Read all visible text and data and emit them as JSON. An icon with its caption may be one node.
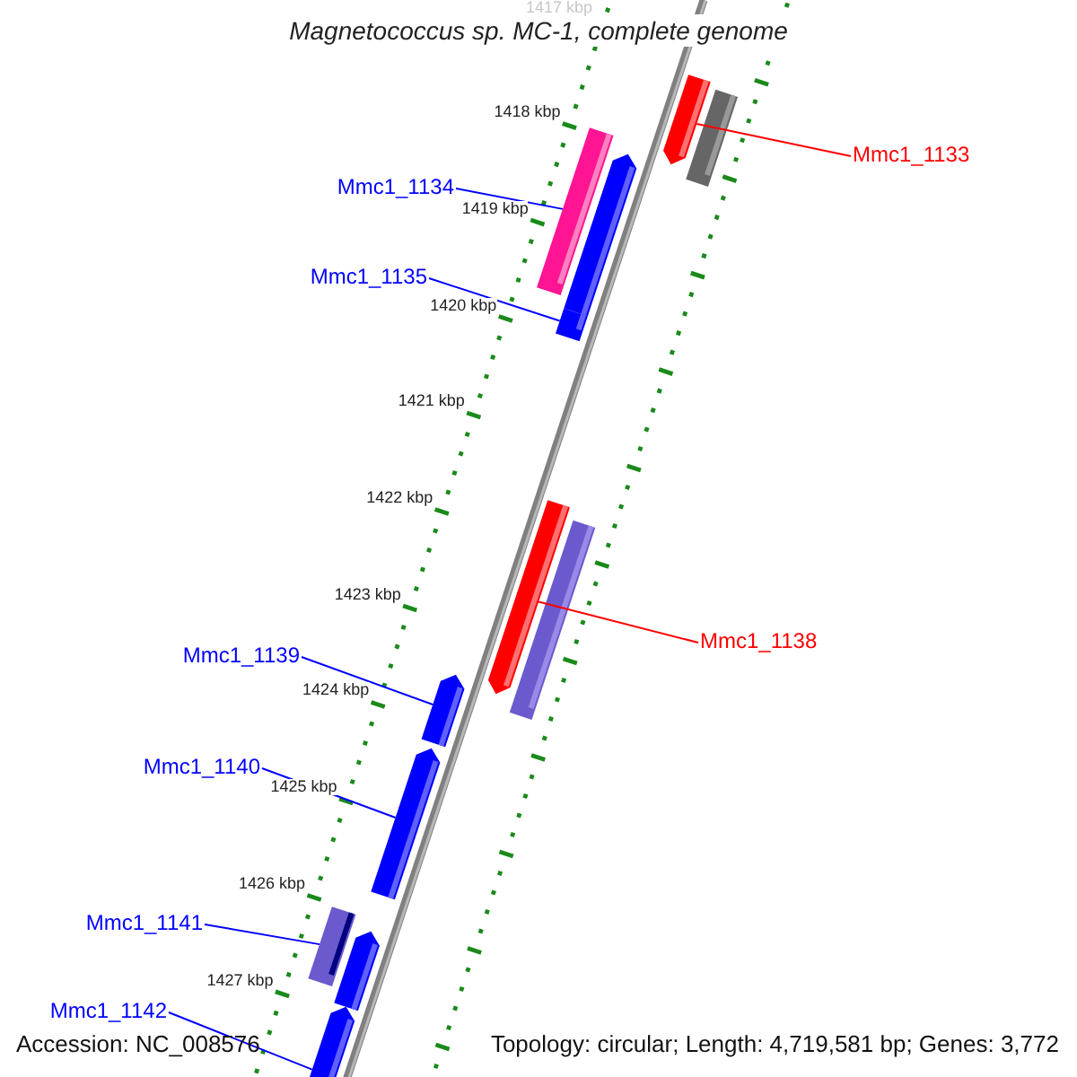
{
  "diagram": {
    "title": "Magnetococcus sp. MC-1, complete genome",
    "nodes": [
      {
        "text": [
          "Mmc1_1133"
        ]
      },
      {
        "text": [
          "Mmc1_1134"
        ]
      },
      {
        "text": [
          "Mmc1_1135"
        ]
      },
      {
        "text": [
          "Mmc1_1138"
        ]
      },
      {
        "text": [
          "Mmc1_1139"
        ]
      },
      {
        "text": [
          "Mmc1_1140"
        ]
      },
      {
        "text": [
          "Mmc1_1141"
        ]
      },
      {
        "text": [
          "Mmc1_1142"
        ]
      },
      {
        "text": [],
        "shape": "bar"
      },
      {
        "text": [],
        "shape": "bar"
      },
      {
        "text": [],
        "shape": "bar"
      },
      {
        "text": [],
        "shape": "bar"
      },
      {
        "text": [],
        "shape": "bar"
      },
      {
        "text": [],
        "shape": "bar"
      },
      {
        "text": [],
        "shape": "bar"
      },
      {
        "text": [],
        "shape": "bar"
      }
    ],
    "edges": [
      {
        "from": 0,
        "to": 8,
        "arrow": "none",
        "color": "#ff0000"
      },
      {
        "from": 1,
        "to": 9,
        "arrow": "none"
      },
      {
        "from": 2,
        "to": 10,
        "arrow": "none"
      },
      {
        "from": 3,
        "to": 11,
        "arrow": "none",
        "color": "#ff0000"
      },
      {
        "from": 4,
        "to": 12,
        "arrow": "none"
      },
      {
        "from": 5,
        "to": 13,
        "arrow": "none"
      },
      {
        "from": 6,
        "to": 14,
        "arrow": "none"
      },
      {
        "from": 7,
        "to": 15,
        "arrow": "none"
      }
    ],
    "labels": [
      "1417 kbp",
      "1418 kbp",
      "1419 kbp",
      "1420 kbp",
      "1421 kbp",
      "1422 kbp",
      "1423 kbp",
      "1424 kbp",
      "1425 kbp",
      "1426 kbp",
      "1427 kbp",
      "Accession: NC_008576",
      "Topology: circular; Length: 4,719,581 bp; Genes: 3,772"
    ]
  }
}
